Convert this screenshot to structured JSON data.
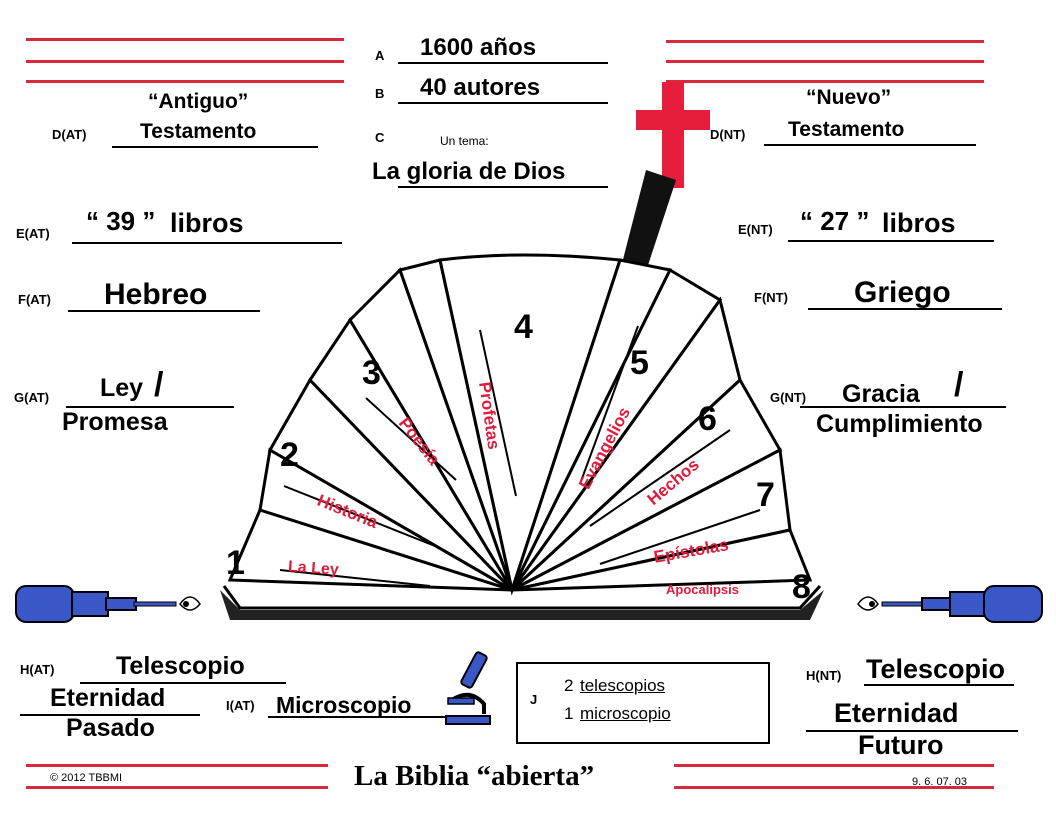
{
  "top": {
    "a_letter": "A",
    "a_value": "1600 años",
    "b_letter": "B",
    "b_value": "40 autores",
    "c_letter": "C",
    "c_prefix": "Un tema:",
    "c_value": "La gloria de Dios"
  },
  "old_testament": {
    "quote_word": "“Antiguo”",
    "d_label": "D(AT)",
    "d_value": "Testamento",
    "e_label": "E(AT)",
    "e_count": "“ 39 ”",
    "e_word": "libros",
    "f_label": "F(AT)",
    "f_value": "Hebreo",
    "g_label": "G(AT)",
    "g_value1": "Ley",
    "g_slash": "/",
    "g_value2": "Promesa",
    "h_label": "H(AT)",
    "h_value": "Telescopio",
    "h_sub1": "Eternidad",
    "h_sub2": "Pasado",
    "i_label": "I(AT)",
    "i_value": "Microscopio"
  },
  "new_testament": {
    "quote_word": "“Nuevo”",
    "d_label": "D(NT)",
    "d_value": "Testamento",
    "e_label": "E(NT)",
    "e_count": "“ 27 ”",
    "e_word": "libros",
    "f_label": "F(NT)",
    "f_value": "Griego",
    "g_label": "G(NT)",
    "g_value1": "Gracia",
    "g_slash": "/",
    "g_value2": "Cumplimiento",
    "h_label": "H(NT)",
    "h_value": "Telescopio",
    "h_sub1": "Eternidad",
    "h_sub2": "Futuro"
  },
  "book_sections": [
    {
      "num": "1",
      "label": "La Ley"
    },
    {
      "num": "2",
      "label": "Historia"
    },
    {
      "num": "3",
      "label": "Poesía"
    },
    {
      "num": "4",
      "label": "Profetas"
    },
    {
      "num": "5",
      "label": "Evangelios"
    },
    {
      "num": "6",
      "label": "Hechos"
    },
    {
      "num": "7",
      "label": "Epístolas"
    },
    {
      "num": "8",
      "label": "Apocalipsis"
    }
  ],
  "j_box": {
    "letter": "J",
    "line1_num": "2",
    "line1_word": "telescopios",
    "line2_num": "1",
    "line2_word": "microscopio"
  },
  "footer": {
    "copyright": "© 2012 TBBMI",
    "title": "La Biblia “abierta”",
    "code": "9. 6. 07. 03"
  },
  "colors": {
    "accent_red": "#d62a3a",
    "label_red": "#e01b3c",
    "telescope_blue": "#3a57c8"
  }
}
